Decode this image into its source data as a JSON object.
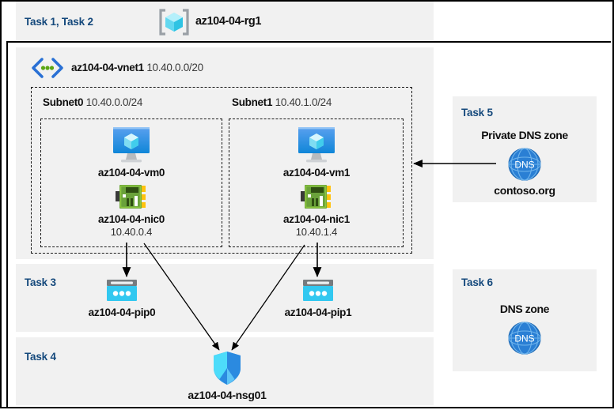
{
  "diagram": {
    "title_area": {
      "tasks_label": "Task 1, Task 2",
      "resource_group_name": "az104-04-rg1",
      "resource_group_icon": "resource-group-cube-icon"
    },
    "vnet": {
      "icon": "virtual-network-icon",
      "name": "az104-04-vnet1",
      "address_space": "10.40.0.0/20"
    },
    "subnets": [
      {
        "name": "Subnet0",
        "address_prefix": "10.40.0.0/24",
        "vm": {
          "icon": "virtual-machine-icon",
          "name": "az104-04-vm0"
        },
        "nic": {
          "icon": "network-interface-icon",
          "name": "az104-04-nic0",
          "private_ip": "10.40.0.4"
        }
      },
      {
        "name": "Subnet1",
        "address_prefix": "10.40.1.0/24",
        "vm": {
          "icon": "virtual-machine-icon",
          "name": "az104-04-vm1"
        },
        "nic": {
          "icon": "network-interface-icon",
          "name": "az104-04-nic1",
          "private_ip": "10.40.1.4"
        }
      }
    ],
    "task3": {
      "label": "Task 3",
      "pip0": {
        "icon": "public-ip-address-icon",
        "name": "az104-04-pip0"
      },
      "pip1": {
        "icon": "public-ip-address-icon",
        "name": "az104-04-pip1"
      }
    },
    "task4": {
      "label": "Task 4",
      "nsg": {
        "icon": "network-security-group-shield-icon",
        "name": "az104-04-nsg01"
      }
    },
    "task5": {
      "label": "Task 5",
      "title": "Private DNS zone",
      "icon": "dns-zone-globe-icon",
      "icon_text": "DNS",
      "zone_name": "contoso.org"
    },
    "task6": {
      "label": "Task 6",
      "title": "DNS zone",
      "icon": "dns-zone-globe-icon",
      "icon_text": "DNS"
    },
    "colors": {
      "task_label": "#15497c",
      "panel_background": "#f1f1f1",
      "page_background": "#ffffff",
      "border": "#000000",
      "dashed_border": "#1a1a1a",
      "azure_blue": "#0078d4",
      "cyan": "#32c8f0",
      "nic_green": "#6aa23a",
      "dns_blue": "#2a7fd4"
    }
  }
}
